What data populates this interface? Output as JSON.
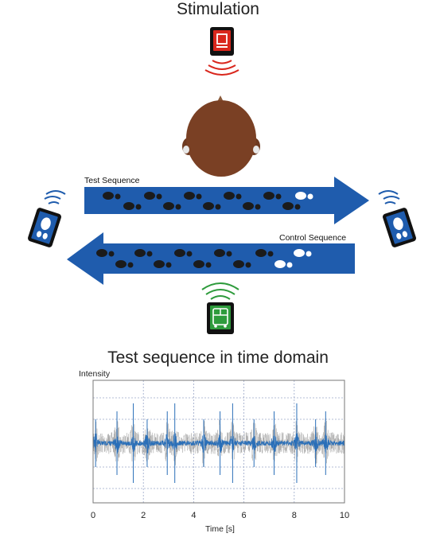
{
  "diagram": {
    "title": "Stimulation",
    "test_sequence_label": "Test Sequence",
    "control_sequence_label": "Control Sequence",
    "colors": {
      "arrow": "#1f5cad",
      "stimulus_red": "#d9261c",
      "stimulus_green": "#2e9b3c",
      "wave_blue": "#2a6fb8",
      "head": "#7a4024"
    },
    "icons": [
      "tablet-red-stop-icon",
      "tablet-footprint-icon-left",
      "tablet-footprint-icon-right",
      "tablet-green-bus-icon",
      "head-icon"
    ]
  },
  "chart_data": {
    "type": "line",
    "title": "Test sequence in time domain",
    "xlabel": "Time [s]",
    "ylabel": "Intensity",
    "xlim": [
      0,
      10
    ],
    "xticks": [
      "0",
      "2",
      "4",
      "6",
      "8",
      "10"
    ],
    "grid": true,
    "series": [
      {
        "color": "#2a6fb8",
        "peaks_x": [
          0.1,
          0.95,
          1.6,
          2.15,
          2.95,
          3.25,
          4.4,
          5.05,
          5.55,
          6.4,
          7.2,
          8.1,
          8.85,
          9.25
        ]
      },
      {
        "color": "#9a9a9a"
      }
    ]
  }
}
